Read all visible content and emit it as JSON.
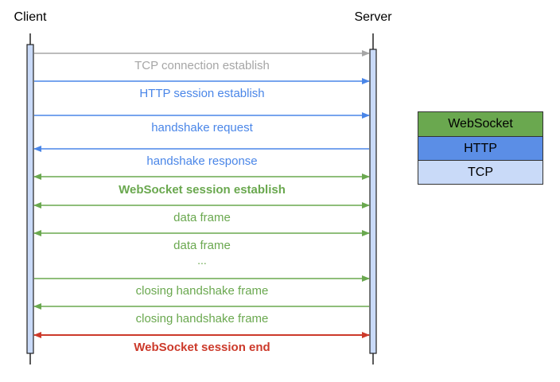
{
  "participants": {
    "client": "Client",
    "server": "Server"
  },
  "colors": {
    "gray": "#a6a6a6",
    "blue": "#4a86e8",
    "green": "#6aa84f",
    "red": "#cc3a2b",
    "lifeline_fill": "#c9daf8",
    "lifeline_stroke": "#222222"
  },
  "messages": [
    {
      "label": "TCP connection establish",
      "direction": "to-server",
      "color": "gray",
      "bold": false
    },
    {
      "label": "HTTP session establish",
      "direction": "to-server",
      "color": "blue",
      "bold": false
    },
    {
      "label": "handshake request",
      "direction": "to-server",
      "color": "blue",
      "bold": false
    },
    {
      "label": "handshake response",
      "direction": "to-client",
      "color": "blue",
      "bold": false
    },
    {
      "label": "WebSocket session establish",
      "direction": "both",
      "color": "green",
      "bold": true
    },
    {
      "label": "data frame",
      "direction": "both",
      "color": "green",
      "bold": false
    },
    {
      "label": "data frame",
      "direction": "both",
      "color": "green",
      "bold": false
    },
    {
      "label": "closing handshake frame",
      "direction": "to-server",
      "color": "green",
      "bold": false
    },
    {
      "label": "closing handshake frame",
      "direction": "to-client",
      "color": "green",
      "bold": false
    },
    {
      "label": "WebSocket session end",
      "direction": "both",
      "color": "red",
      "bold": true
    }
  ],
  "ellipsis": "...",
  "protocol_stack": [
    {
      "label": "WebSocket",
      "color": "#6aa84f"
    },
    {
      "label": "HTTP",
      "color": "#5b8ee6"
    },
    {
      "label": "TCP",
      "color": "#c9daf8"
    }
  ]
}
